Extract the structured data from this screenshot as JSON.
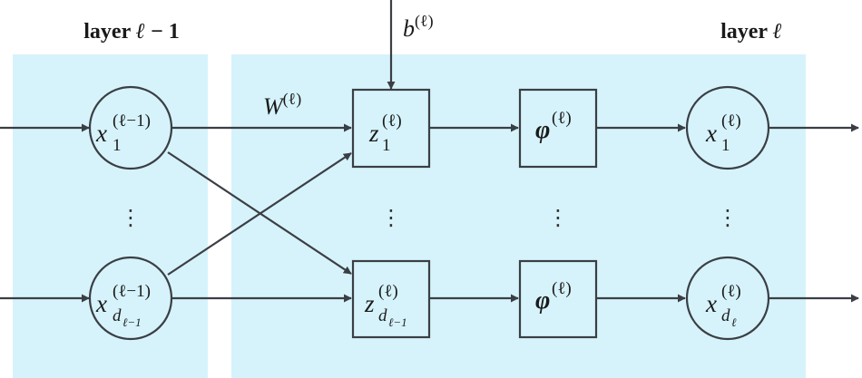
{
  "layer_prev": {
    "title_word": "layer",
    "title_sym": "ℓ",
    "title_suffix": " − 1",
    "node_top": {
      "var": "x",
      "sup": "(ℓ−1)",
      "sub": "1"
    },
    "node_bottom": {
      "var": "x",
      "sup": "(ℓ−1)",
      "sub": "d",
      "subsub": "ℓ−1"
    },
    "dots": "⋮"
  },
  "layer_cur": {
    "title_word": "layer",
    "title_sym": "ℓ",
    "bias": {
      "var": "b",
      "sup": "(ℓ)"
    },
    "weight": {
      "var": "W",
      "sup": "(ℓ)"
    },
    "z_top": {
      "var": "z",
      "sup": "(ℓ)",
      "sub": "1"
    },
    "z_bottom": {
      "var": "z",
      "sup": "(ℓ)",
      "sub": "d",
      "subsub": "ℓ−1"
    },
    "phi_top": {
      "var": "φ",
      "sup": "(ℓ)"
    },
    "phi_bottom": {
      "var": "φ",
      "sup": "(ℓ)"
    },
    "x_top": {
      "var": "x",
      "sup": "(ℓ)",
      "sub": "1"
    },
    "x_bottom": {
      "var": "x",
      "sup": "(ℓ)",
      "sub": "d",
      "subsub": "ℓ"
    },
    "dots": "⋮"
  },
  "colors": {
    "panel": "#d6f3fb",
    "stroke": "#3a3f45",
    "text": "#1a1a1a"
  }
}
